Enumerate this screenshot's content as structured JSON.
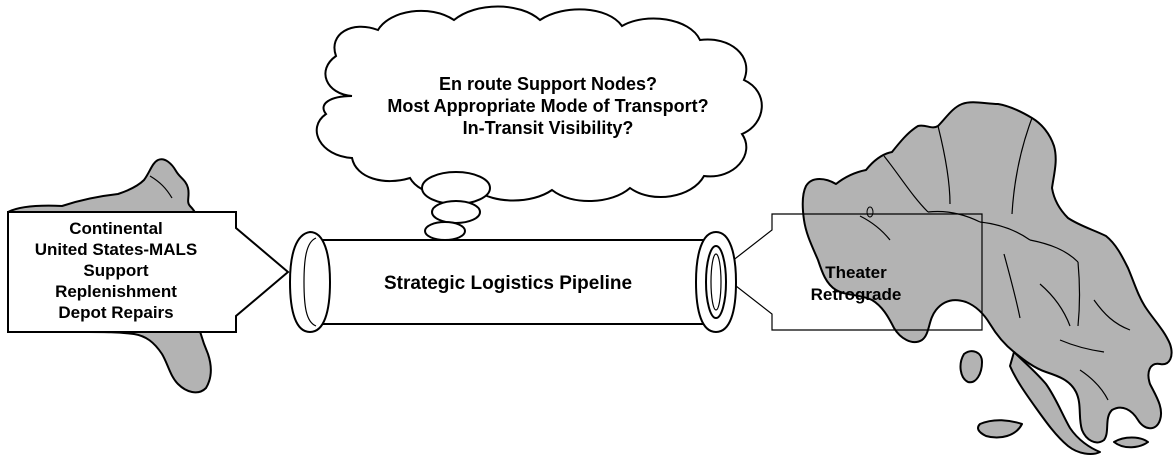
{
  "thought_cloud": {
    "lines": [
      "En route Support Nodes?",
      "Most Appropriate Mode of Transport?",
      "In-Transit Visibility?"
    ]
  },
  "pipeline": {
    "label": "Strategic Logistics Pipeline"
  },
  "source": {
    "lines": [
      "Continental",
      "United States-MALS",
      "Support",
      "Replenishment",
      "Depot Repairs"
    ]
  },
  "destination": {
    "lines": [
      "Theater",
      "Retrograde"
    ]
  },
  "maps": {
    "left": "continental-us-map",
    "right": "europe-map"
  },
  "colors": {
    "map_fill": "#b3b3b3",
    "outline": "#000000",
    "background": "#ffffff"
  }
}
